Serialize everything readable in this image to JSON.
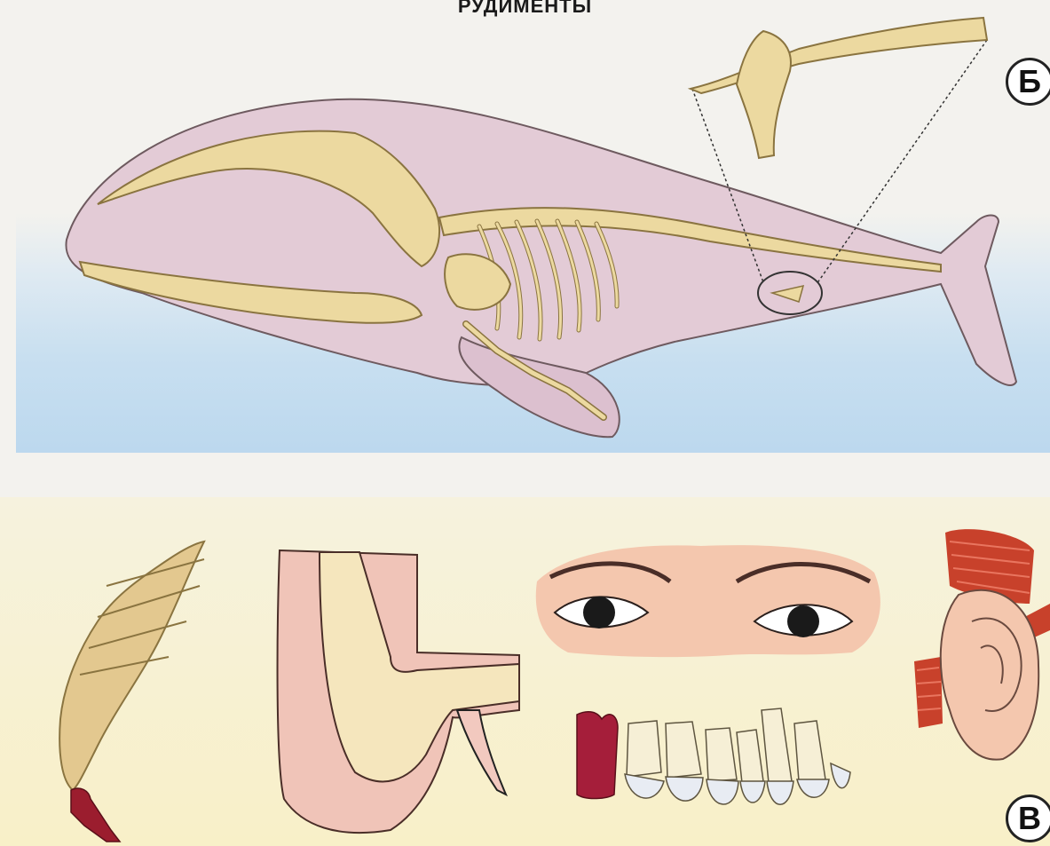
{
  "title": "РУДИМЕНТЫ",
  "labels": {
    "b": "Б",
    "v": "В"
  },
  "colors": {
    "bone": "#ebd9a0",
    "bone_outline": "#8a7440",
    "whale_body": "#e3c8d3",
    "sea": "#c8dff0",
    "muscle": "#c8412b",
    "coccyx_tip": "#9b1d2e"
  }
}
